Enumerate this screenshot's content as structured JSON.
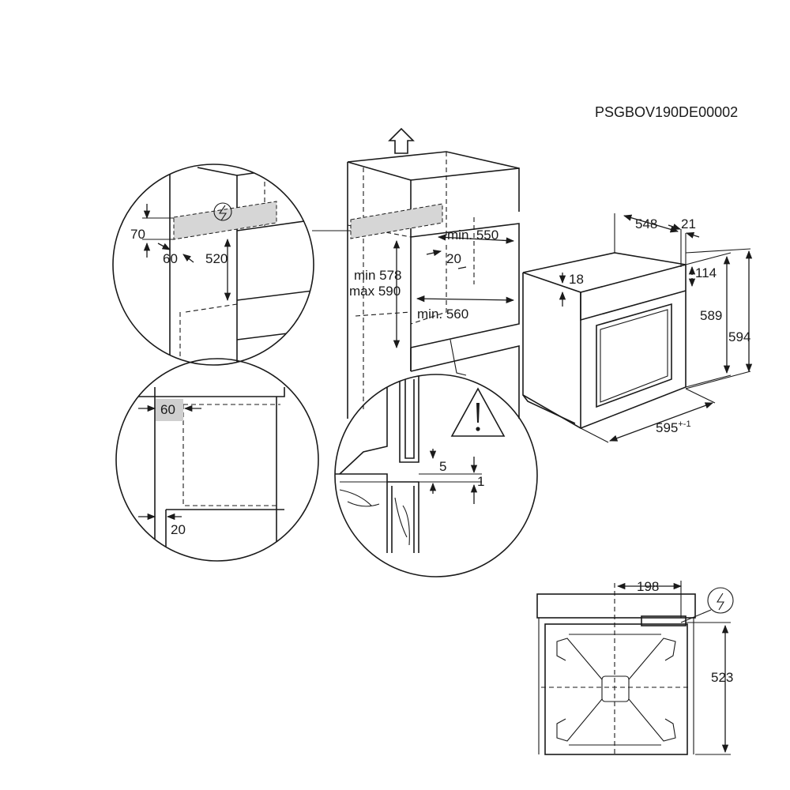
{
  "document_code": "PSGBOV190DE00002",
  "dimensions": {
    "detail_top": {
      "d70": "70",
      "d60": "60",
      "d520": "520"
    },
    "detail_side": {
      "d60": "60",
      "d20": "20"
    },
    "cabinet": {
      "min_550": "min. 550",
      "d20": "20",
      "min_578": "min 578",
      "max_590": "max 590",
      "min_560": "min. 560"
    },
    "detail_floor": {
      "d5": "5",
      "d1": "1"
    },
    "oven": {
      "d548": "548",
      "d21": "21",
      "d114": "114",
      "d18": "18",
      "d589": "589",
      "d594": "594",
      "d595": "595",
      "d595_tol": "+-1"
    },
    "top_view": {
      "d198": "198",
      "d523": "523"
    }
  },
  "icons": [
    "arrow-up-icon",
    "electric-connection-icon",
    "warning-triangle-icon"
  ]
}
